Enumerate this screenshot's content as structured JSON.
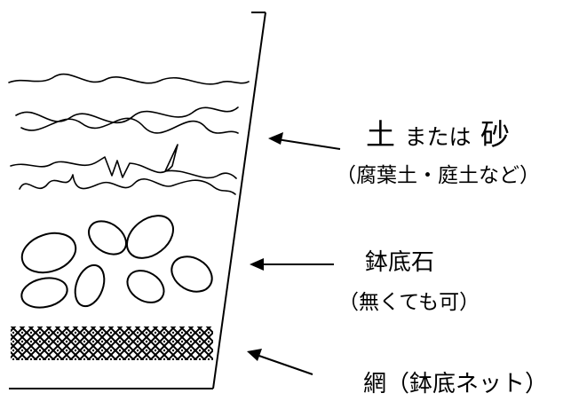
{
  "layers": {
    "soil": {
      "title_main": "土",
      "title_mid": "または",
      "title_end": "砂",
      "note": "（腐葉土・庭土など）"
    },
    "stone": {
      "title": "鉢底石",
      "note": "（無くても可）"
    },
    "net": {
      "title": "網（鉢底ネット）"
    }
  },
  "colors": {
    "ink": "#000000",
    "background": "#ffffff"
  },
  "icons": {
    "arrow": "left-arrow-icon"
  }
}
